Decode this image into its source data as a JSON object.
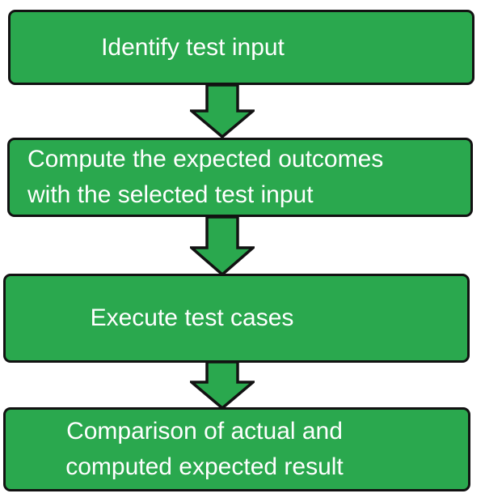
{
  "theme": {
    "box_fill": "#2aa84e",
    "box_border": "#121212",
    "arrow_fill": "#2aa84e",
    "arrow_border": "#121212",
    "text_color": "#ffffff",
    "background": "#ffffff"
  },
  "diagram": {
    "type": "flowchart",
    "direction": "top-down",
    "steps": [
      {
        "id": 1,
        "lines": [
          "Identify test input"
        ],
        "text_align": "center"
      },
      {
        "id": 2,
        "lines": [
          "Compute the expected outcomes",
          "with the selected test input"
        ],
        "text_align": "left"
      },
      {
        "id": 3,
        "lines": [
          "Execute test cases"
        ],
        "text_align": "center"
      },
      {
        "id": 4,
        "lines": [
          "Comparison of actual and",
          "computed expected result"
        ],
        "text_align": "center"
      }
    ],
    "connectors": [
      {
        "from": 1,
        "to": 2,
        "shape": "block-down-arrow"
      },
      {
        "from": 2,
        "to": 3,
        "shape": "block-down-arrow"
      },
      {
        "from": 3,
        "to": 4,
        "shape": "block-down-arrow"
      }
    ]
  }
}
